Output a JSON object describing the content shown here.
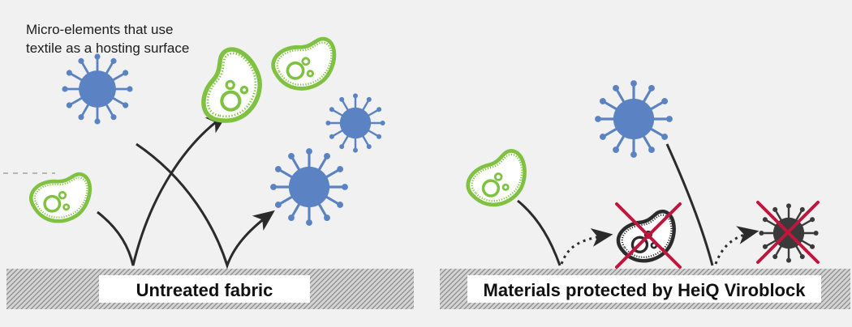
{
  "caption": {
    "line1": "Micro-elements that use",
    "line2": "textile as a hosting surface"
  },
  "panels": [
    {
      "fabric_label": "Untreated fabric"
    },
    {
      "fabric_label": "Materials protected by HeiQ Viroblock"
    }
  ],
  "colors": {
    "background": "#f1f1f1",
    "virus_blue": "#5b83c3",
    "bacteria_green": "#7fc241",
    "arrow": "#2b2b2b",
    "cross_red": "#c2153d",
    "fabric_gray": "#bdbdbd"
  },
  "icons": [
    "virus-icon",
    "bacteria-icon",
    "arrow-icon",
    "cross-icon"
  ]
}
